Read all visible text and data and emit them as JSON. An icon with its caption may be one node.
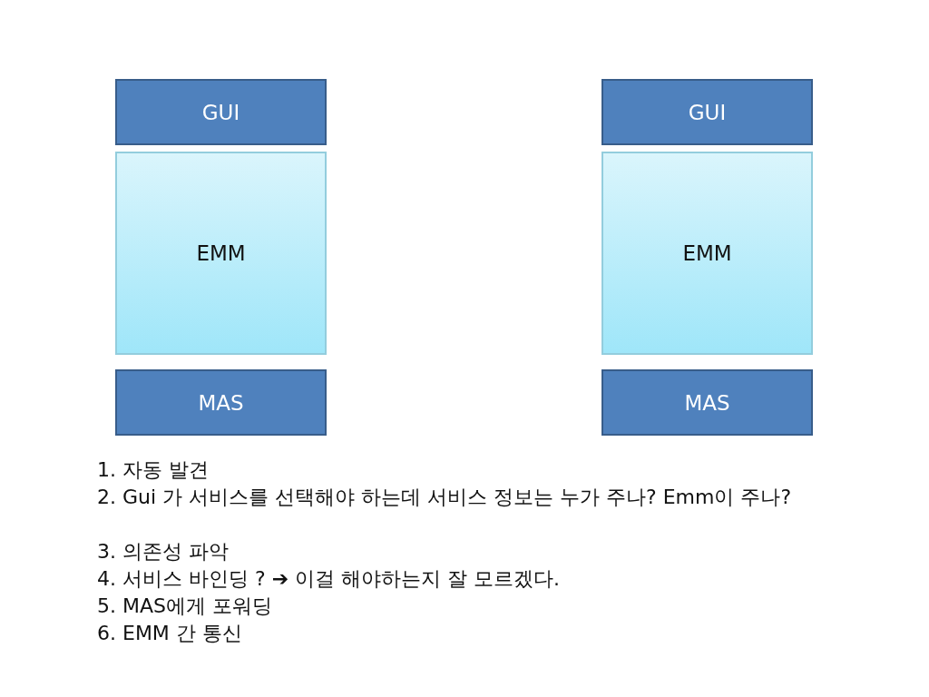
{
  "diagram": {
    "nodes": [
      {
        "text": [
          "GUI"
        ]
      },
      {
        "text": [
          "EMM"
        ]
      },
      {
        "text": [
          "MAS"
        ]
      },
      {
        "text": [
          "GUI"
        ]
      },
      {
        "text": [
          "EMM"
        ]
      },
      {
        "text": [
          "MAS"
        ]
      }
    ],
    "labels": [
      "1. 자동 발견",
      "2. Gui 가 서비스를 선택해야 하는데 서비스 정보는 누가 주나? Emm이 주나?",
      "3. 의존성 파악",
      "4. 서비스 바인딩 ? ➔ 이걸 해야하는지 잘 모르겠다.",
      "5. MAS에게 포워딩",
      "6. EMM 간 통신"
    ]
  }
}
